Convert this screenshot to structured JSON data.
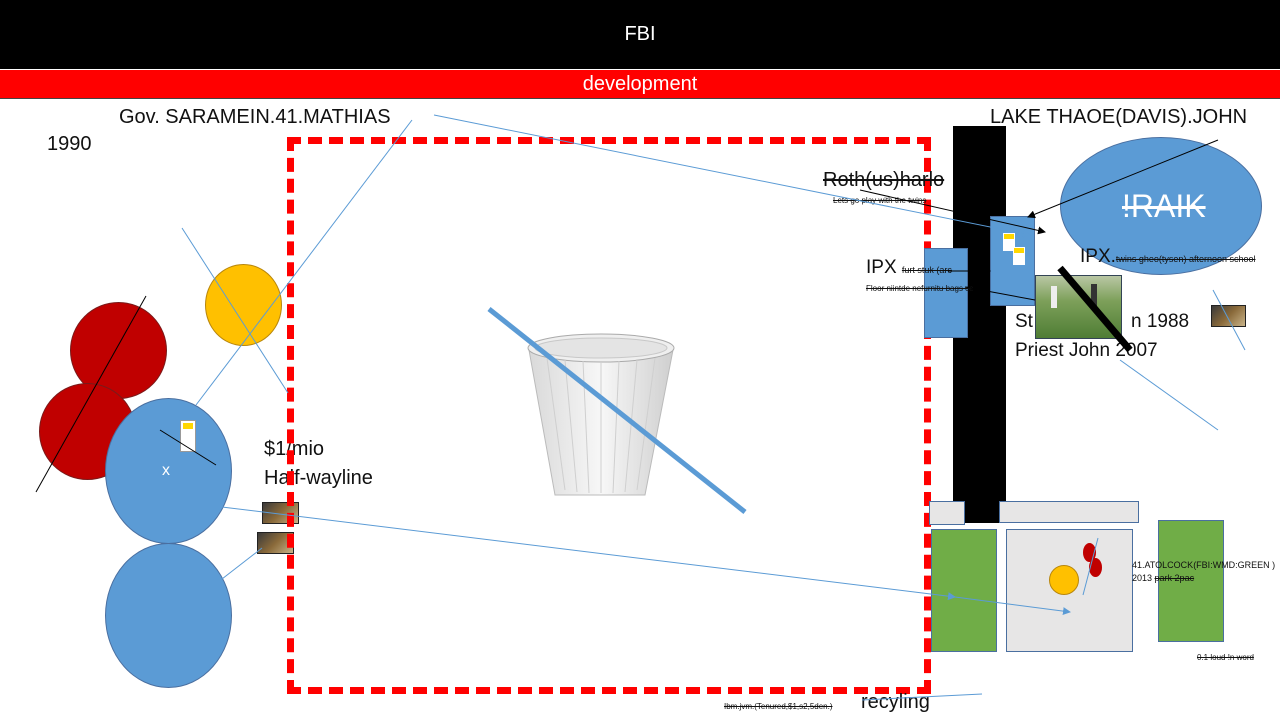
{
  "header": {
    "title": "FBI",
    "subtitle": "development"
  },
  "labels": {
    "gov": "Gov. SARAMEIN.41.MATHIAS",
    "year": "1990",
    "lake": "LAKE THAOE(DAVIS).JOHN",
    "raik": "!RAIK",
    "roth": "Roth(us)harlo",
    "roth_note": "Lets go play with the twins",
    "ipx_left": "IPX",
    "ipx_left_small": "furt stuk (arc",
    "ipx_left_note": "Floor niintde nefurnitu bags ce",
    "ipx_right": "IPX.",
    "ipx_right_small": "twins gheo(tysen) afternoon school",
    "st_line": "St",
    "st_line_end": "n 1988",
    "priest": "Priest John 2007",
    "price": "$1/mio",
    "halfway": "Half-wayline",
    "x_mark": "x",
    "atolcock": "41.ATOLCOCK(FBI:WMD:GREEN )",
    "year2013": "2013",
    "park": "park 2pac",
    "loud": "0.1 loud !n word",
    "ibm": "Ibm.jvm.(Tenured,$1,s2,5den.)",
    "recyling": "recyling"
  },
  "colors": {
    "blue": "#5b9bd5",
    "red": "#c00000",
    "yellow": "#ffc000",
    "green": "#70ad47",
    "dash_red": "#ff0000",
    "gray": "#e7e6e6"
  },
  "icons": {
    "cup": "paper-cup-image",
    "golf": "golf-photo",
    "figures": "small-figure-icons"
  }
}
